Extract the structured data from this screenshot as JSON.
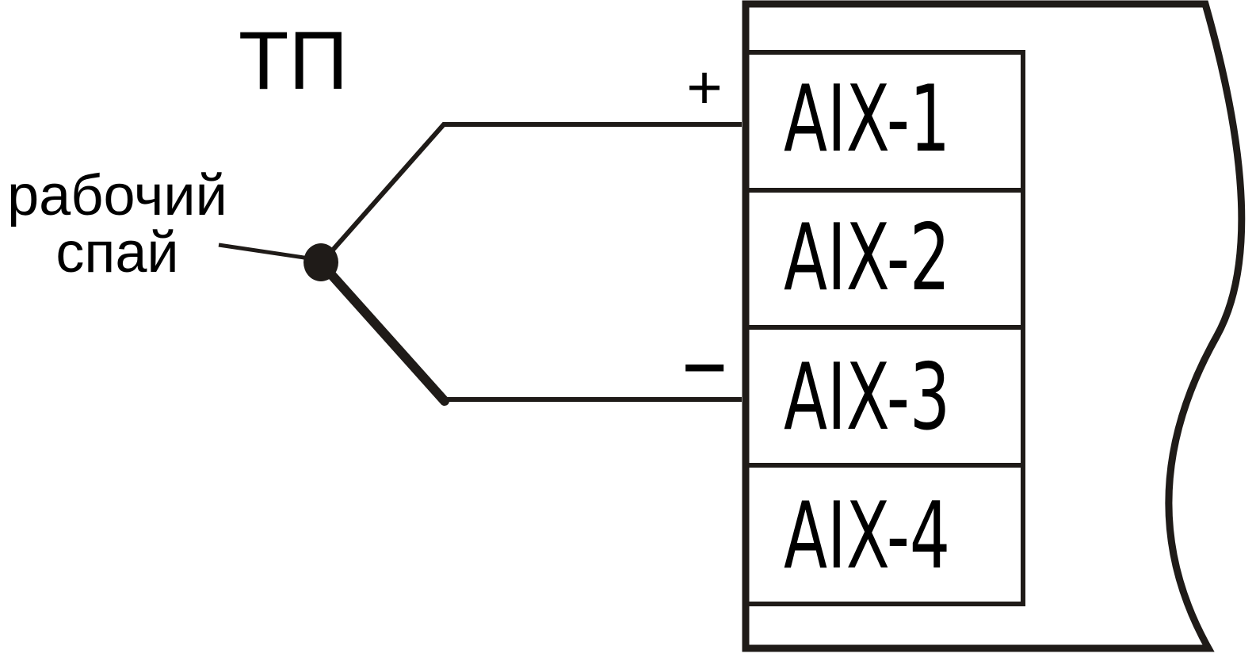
{
  "thermocouple": {
    "label": "ТП"
  },
  "junction": {
    "line1": "рабочий",
    "line2": "спай"
  },
  "polarity": {
    "plus": "+",
    "minus": "−"
  },
  "terminals": [
    {
      "label": "AIX-1"
    },
    {
      "label": "AIX-2"
    },
    {
      "label": "AIX-3"
    },
    {
      "label": "AIX-4"
    }
  ],
  "colors": {
    "stroke": "#1f1b18",
    "text": "#000000",
    "background": "#ffffff"
  }
}
